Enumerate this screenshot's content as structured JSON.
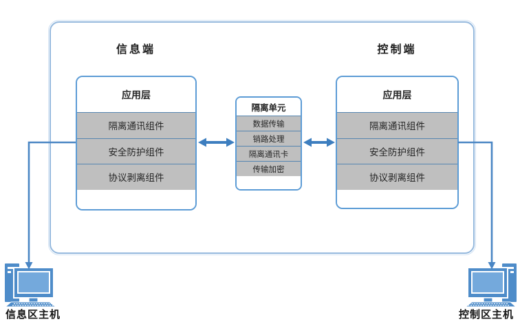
{
  "diagram": {
    "sections": {
      "left_title": "信息端",
      "right_title": "控制端"
    },
    "boxes": {
      "left": {
        "header": "应用层",
        "rows": [
          "隔离通讯组件",
          "安全防护组件",
          "协议剥离组件"
        ]
      },
      "middle": {
        "header": "隔离单元",
        "rows": [
          "数据传输",
          "销路处理",
          "隔离通讯卡",
          "传输加密"
        ]
      },
      "right": {
        "header": "应用层",
        "rows": [
          "隔离通讯组件",
          "安全防护组件",
          "协议剥离组件"
        ]
      }
    },
    "hosts": {
      "left_label": "信息区主机",
      "right_label": "控制区主机"
    },
    "colors": {
      "box_border": "#5b9bd5",
      "outer_border": "#94b8dd",
      "gray_fill": "#bfbfbf",
      "row_separator": "#5585b0",
      "arrow_blue": "#3d7ebf",
      "connector_blue": "#4a86c4",
      "icon_blue": "#4e8cc9",
      "icon_screen_blue": "#74a9dc"
    }
  }
}
